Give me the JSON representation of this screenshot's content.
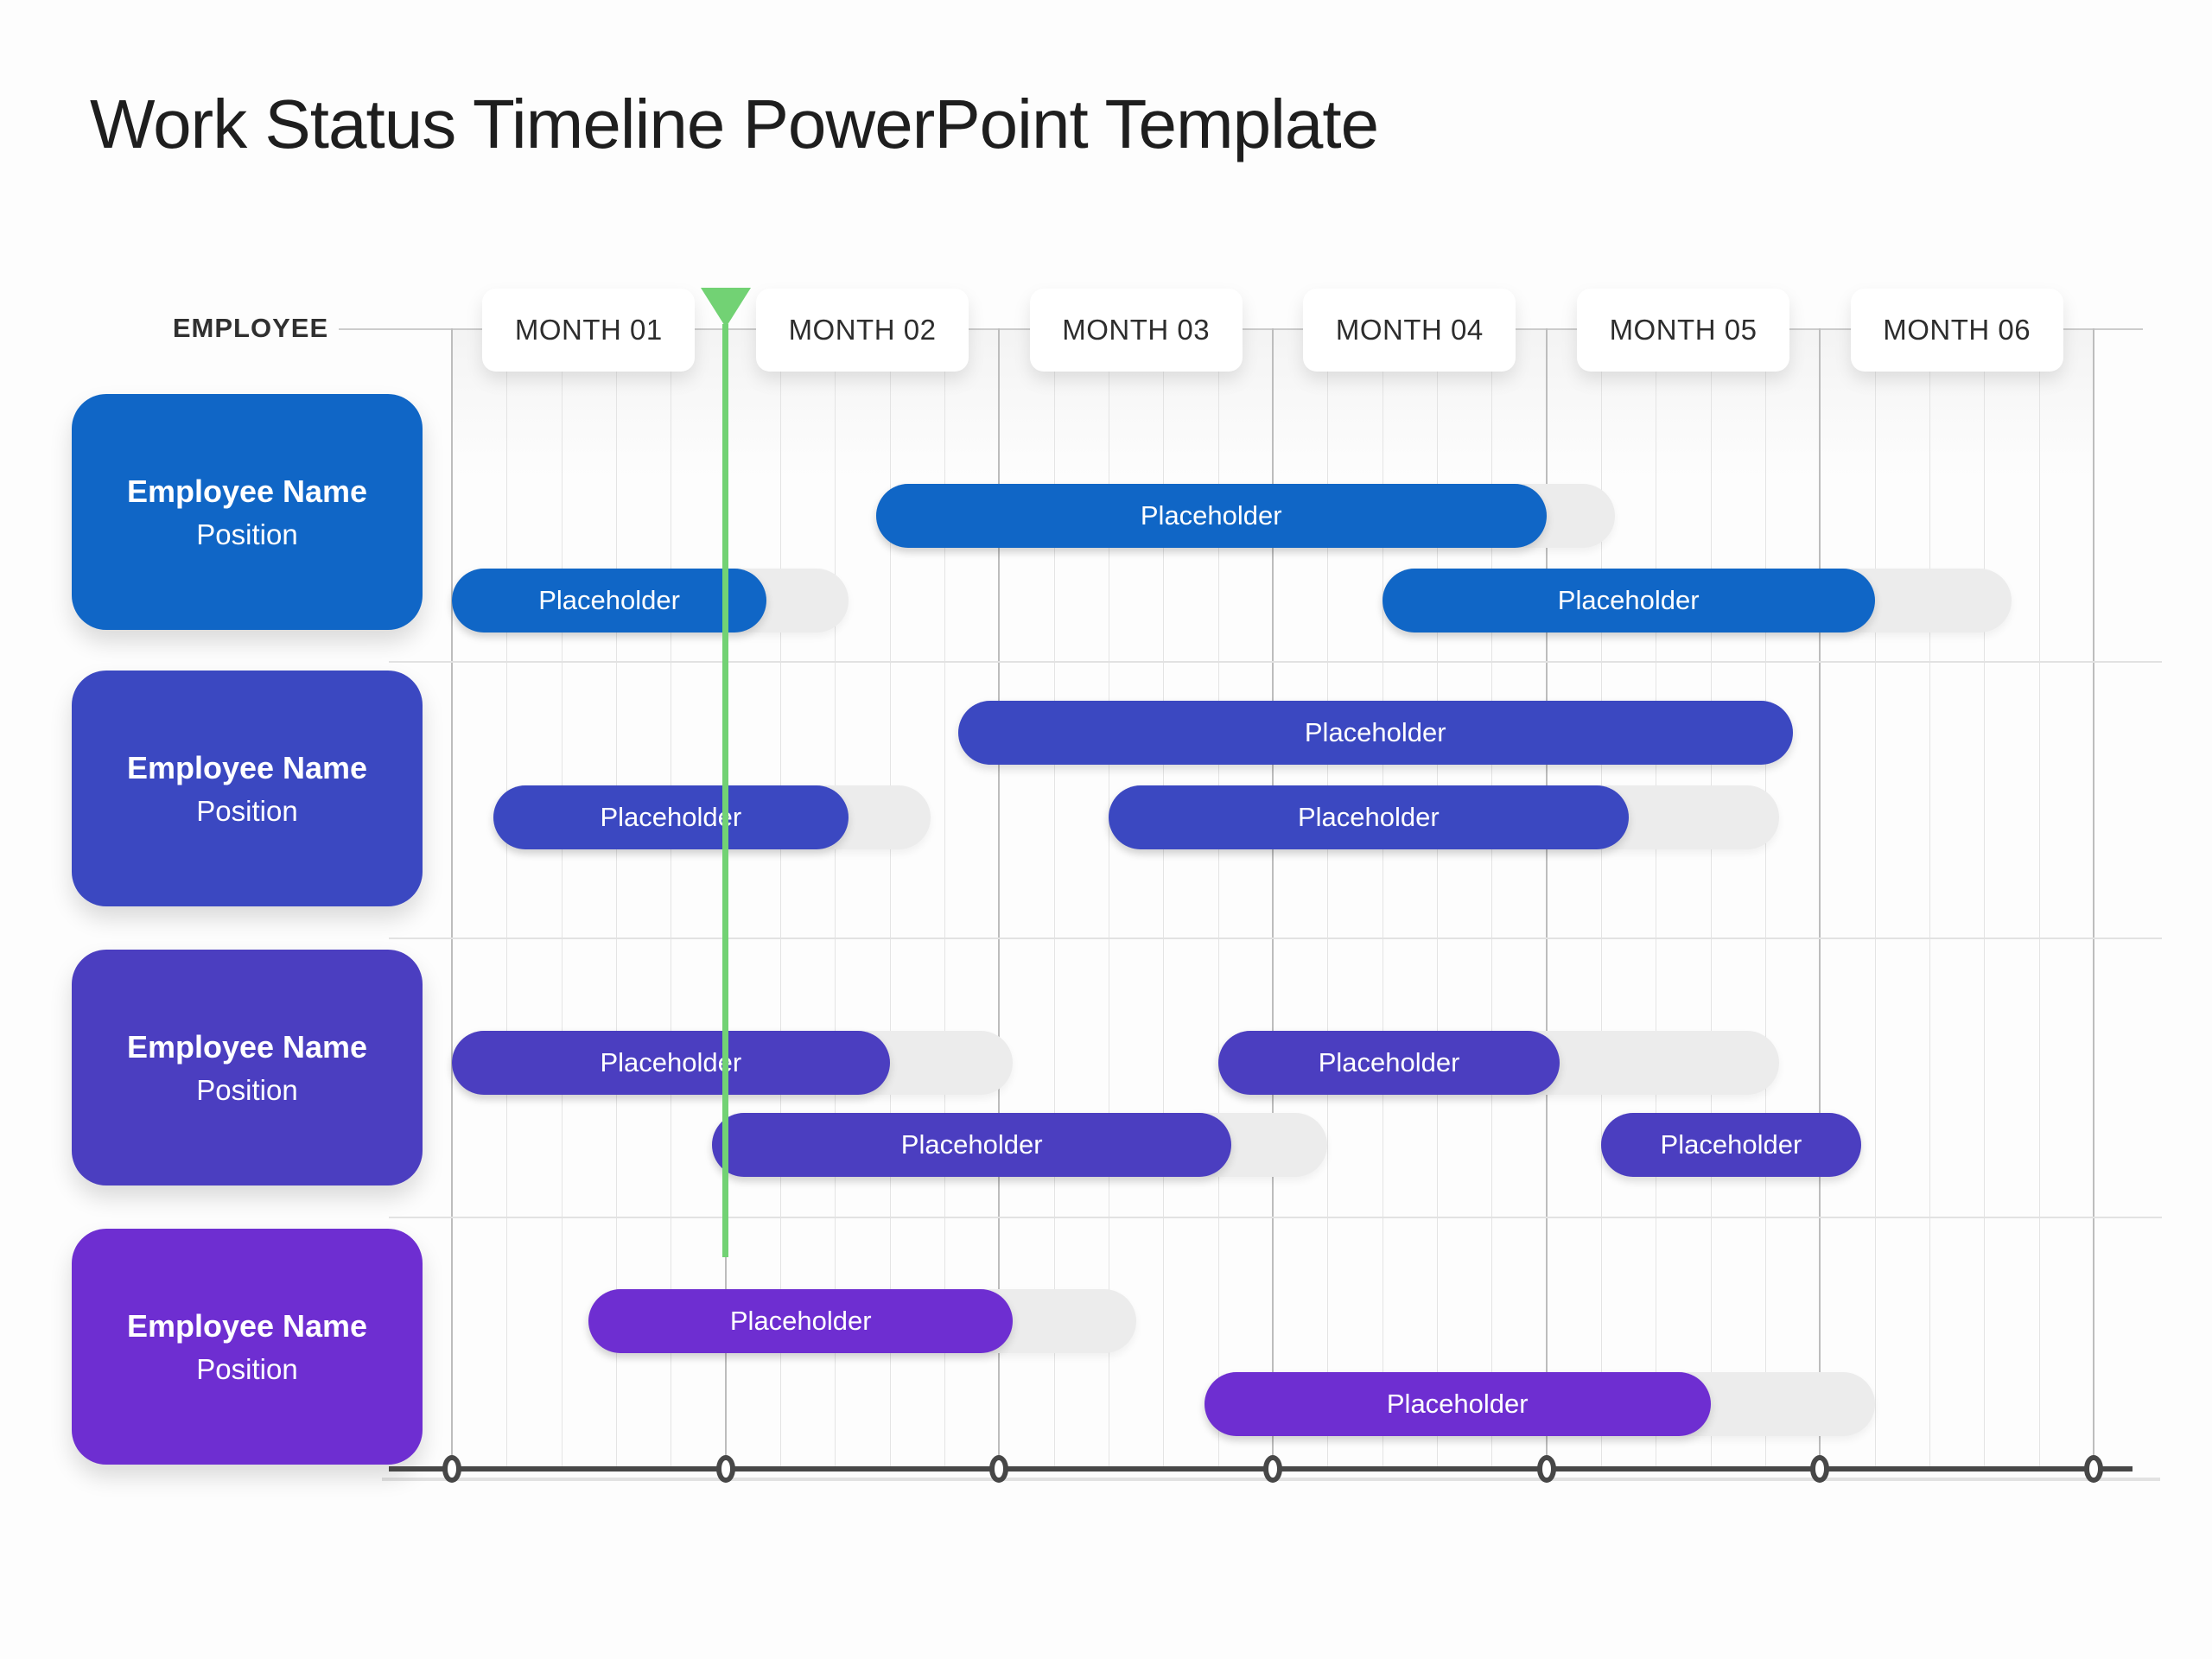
{
  "title": "Work Status Timeline PowerPoint Template",
  "employee_column_header": "EMPLOYEE",
  "colors": {
    "row_palette": [
      "#1066C6",
      "#3B48C1",
      "#4B3EC0",
      "#6E2ED1"
    ],
    "bar_track": "#ececec",
    "bar_text": "#ffffff",
    "today_marker_green": "#72D274",
    "axis_line": "#474747",
    "axis_underline": "#e2e2e2",
    "gridline_minor": "#e4e4e4",
    "gridline_major": "#bdbdbd",
    "header_line": "#cccccc",
    "row_separator": "#e2e2e2",
    "title_text": "#1e1e1e",
    "month_text": "#2d2d2d",
    "card_text": "#ffffff"
  },
  "today_marker": {
    "month": 1.0
  },
  "chart_data": {
    "type": "bar",
    "subtype": "gantt-timeline",
    "title": "Work Status Timeline PowerPoint Template",
    "x_axis": {
      "unit": "months",
      "min": 0,
      "max": 6,
      "tick_months": [
        0,
        1,
        2,
        3,
        4,
        5,
        6
      ]
    },
    "month_labels": [
      "MONTH 01",
      "MONTH 02",
      "MONTH 03",
      "MONTH 04",
      "MONTH 05",
      "MONTH 06"
    ],
    "gridlines": {
      "minor_per_month": 5,
      "visible": true
    },
    "rows": [
      {
        "employee": {
          "name": "Employee Name",
          "position": "Position"
        },
        "color": "#1066C6",
        "bars": [
          {
            "label": "Placeholder",
            "lane": 0,
            "start": 1.55,
            "end": 4.0,
            "track_end": 4.25
          },
          {
            "label": "Placeholder",
            "lane": 1,
            "start": 0.0,
            "end": 1.15,
            "track_end": 1.45
          },
          {
            "label": "Placeholder",
            "lane": 1,
            "start": 3.4,
            "end": 5.2,
            "track_end": 5.7
          }
        ]
      },
      {
        "employee": {
          "name": "Employee Name",
          "position": "Position"
        },
        "color": "#3B48C1",
        "bars": [
          {
            "label": "Placeholder",
            "lane": 0,
            "start": 1.85,
            "end": 4.9,
            "track_end": null
          },
          {
            "label": "Placeholder",
            "lane": 1,
            "start": 0.15,
            "end": 1.45,
            "track_end": 1.75
          },
          {
            "label": "Placeholder",
            "lane": 1,
            "start": 2.4,
            "end": 4.3,
            "track_end": 4.85
          }
        ]
      },
      {
        "employee": {
          "name": "Employee Name",
          "position": "Position"
        },
        "color": "#4B3EC0",
        "bars": [
          {
            "label": "Placeholder",
            "lane": 0,
            "start": 0.0,
            "end": 1.6,
            "track_end": 2.05
          },
          {
            "label": "Placeholder",
            "lane": 0,
            "start": 2.8,
            "end": 4.05,
            "track_end": 4.85
          },
          {
            "label": "Placeholder",
            "lane": 1,
            "start": 0.95,
            "end": 2.85,
            "track_end": 3.2
          },
          {
            "label": "Placeholder",
            "lane": 1,
            "start": 4.2,
            "end": 5.15,
            "track_end": null
          }
        ]
      },
      {
        "employee": {
          "name": "Employee Name",
          "position": "Position"
        },
        "color": "#6E2ED1",
        "bars": [
          {
            "label": "Placeholder",
            "lane": 0,
            "start": 0.5,
            "end": 2.05,
            "track_end": 2.5
          },
          {
            "label": "Placeholder",
            "lane": 1,
            "start": 2.75,
            "end": 4.6,
            "track_end": 5.2
          }
        ]
      }
    ]
  }
}
